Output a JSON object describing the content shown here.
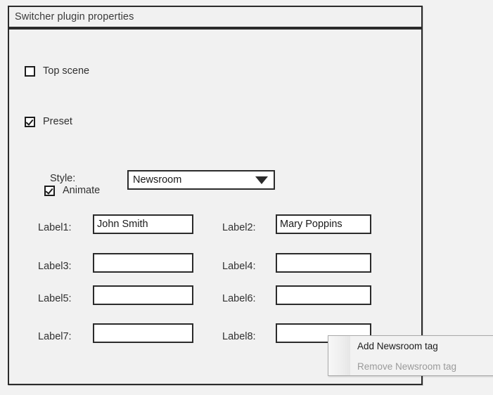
{
  "dialog": {
    "title": "Switcher plugin properties"
  },
  "options": {
    "top_scene": {
      "label": "Top scene",
      "checked": false
    },
    "preset": {
      "label": "Preset",
      "checked": true
    },
    "animate": {
      "label": "Animate",
      "checked": true
    }
  },
  "style_field": {
    "label": "Style:",
    "value": "Newsroom",
    "chevron_icon": "chevron-down-icon"
  },
  "labels": [
    {
      "label": "Label1:",
      "value": "John Smith"
    },
    {
      "label": "Label2:",
      "value": "Mary Poppins"
    },
    {
      "label": "Label3:",
      "value": ""
    },
    {
      "label": "Label4:",
      "value": ""
    },
    {
      "label": "Label5:",
      "value": ""
    },
    {
      "label": "Label6:",
      "value": ""
    },
    {
      "label": "Label7:",
      "value": ""
    },
    {
      "label": "Label8:",
      "value": ""
    }
  ],
  "context_menu": {
    "items": [
      {
        "label": "Add Newsroom tag",
        "enabled": true
      },
      {
        "label": "Remove Newsroom tag",
        "enabled": false
      }
    ]
  },
  "colors": {
    "dialog_bg": "#f1f1f1",
    "border": "#2b2b2b",
    "text": "#303030",
    "disabled_text": "#9a9a9a",
    "input_bg": "#ffffff"
  }
}
